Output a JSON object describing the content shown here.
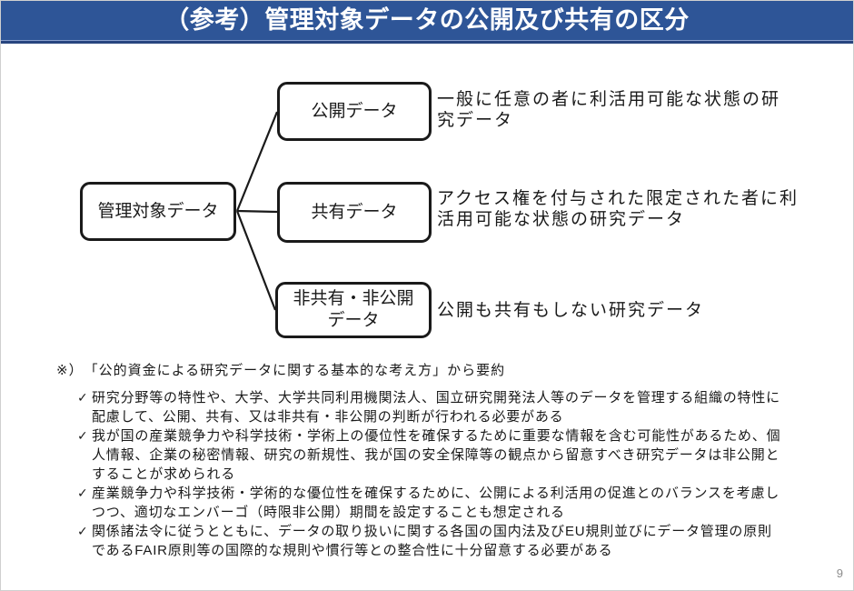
{
  "title": "（参考）管理対象データの公開及び共有の区分",
  "icons": {
    "check": "✓"
  },
  "colors": {
    "banner": "#2E5597",
    "banner_border": "#27457F",
    "box_border": "#1A1A1A",
    "text": "#1A1A1A",
    "page_number": "#8C8C8C"
  },
  "diagram": {
    "root": {
      "label": "管理対象データ"
    },
    "branches": [
      {
        "label": "公開データ",
        "description": [
          "一般に任意の者に利活用可能な状態の研",
          "究データ"
        ]
      },
      {
        "label": "共有データ",
        "description": [
          "アクセス権を付与された限定された者に利",
          "活用可能な状態の研究データ"
        ]
      },
      {
        "label": [
          "非共有・非公開",
          "データ"
        ],
        "description": [
          "公開も共有もしない研究データ"
        ]
      }
    ]
  },
  "note": "※）　「公的資金による研究データに関する基本的な考え方」から要約",
  "bullets": [
    [
      "研究分野等の特性や、大学、大学共同利用機関法人、国立研究開発法人等のデータを管理する組織の特性に",
      "配慮して、公開、共有、又は非共有・非公開の判断が行われる必要がある"
    ],
    [
      "我が国の産業競争力や科学技術・学術上の優位性を確保するために重要な情報を含む可能性があるため、個",
      "人情報、企業の秘密情報、研究の新規性、我が国の安全保障等の観点から留意すべき研究データは非公開と",
      "することが求められる"
    ],
    [
      "産業競争力や科学技術・学術的な優位性を確保するために、公開による利活用の促進とのバランスを考慮し",
      "つつ、適切なエンバーゴ（時限非公開）期間を設定することも想定される"
    ],
    [
      "関係諸法令に従うとともに、データの取り扱いに関する各国の国内法及びEU規則並びにデータ管理の原則",
      "であるFAIR原則等の国際的な規則や慣行等との整合性に十分留意する必要がある"
    ]
  ],
  "page_number": "9"
}
